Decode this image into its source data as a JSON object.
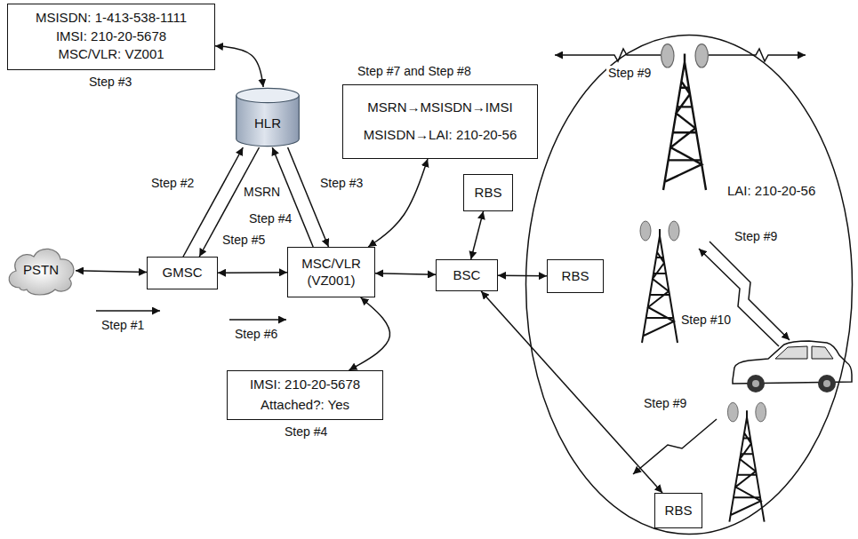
{
  "diagram": {
    "nodes": [
      {
        "text": [
          "MSISDN: 1-413-538-1111",
          "IMSI: 210-20-5678",
          "MSC/VLR: VZ001"
        ]
      },
      {
        "text": [
          "MSRN→MSISDN→IMSI",
          "MSISDN→LAI: 210-20-56"
        ]
      },
      {
        "text": [
          "HLR"
        ]
      },
      {
        "text": [
          "LAI: 210-20-56"
        ]
      },
      {
        "text": [
          "RBS"
        ]
      },
      {
        "text": [
          "PSTN"
        ]
      },
      {
        "text": [
          "GMSC"
        ]
      },
      {
        "text": [
          "MSC/VLR (VZ001)"
        ]
      },
      {
        "text": [
          "BSC"
        ]
      },
      {
        "text": [
          "RBS"
        ],
        "in": 3
      },
      {
        "text": [
          "IMSI: 210-20-5678",
          "Attached?: Yes"
        ]
      },
      {
        "text": [
          "RBS"
        ],
        "in": 3
      }
    ],
    "edges": [
      {
        "from": 0,
        "to": 2,
        "arrow": "both"
      },
      {
        "from": 6,
        "to": 2,
        "label": "Step #2",
        "arrow": "to"
      },
      {
        "from": 2,
        "to": 6,
        "label": "Step #5",
        "arrow": "to"
      },
      {
        "from": 2,
        "to": 7,
        "label": "Step #3",
        "arrow": "to"
      },
      {
        "from": 7,
        "to": 2,
        "label": "Step #4",
        "arrow": "to"
      },
      {
        "from": 5,
        "to": 6,
        "arrow": "both"
      },
      {
        "from": 6,
        "to": 7,
        "arrow": "both"
      },
      {
        "from": 7,
        "to": 1,
        "arrow": "both"
      },
      {
        "from": 7,
        "to": 10,
        "arrow": "both"
      },
      {
        "from": 7,
        "to": 8,
        "arrow": "both"
      },
      {
        "from": 8,
        "to": 4,
        "arrow": "both"
      },
      {
        "from": 8,
        "to": 9,
        "arrow": "both"
      },
      {
        "from": 8,
        "to": 11,
        "arrow": "both"
      }
    ],
    "labels": [
      "Step #3",
      "Step #7 and Step #8",
      "Step #9",
      "MSRN",
      "Step #9",
      "Step #10",
      "Step #1",
      "Step #6",
      "Step #9",
      "Step #4"
    ]
  }
}
